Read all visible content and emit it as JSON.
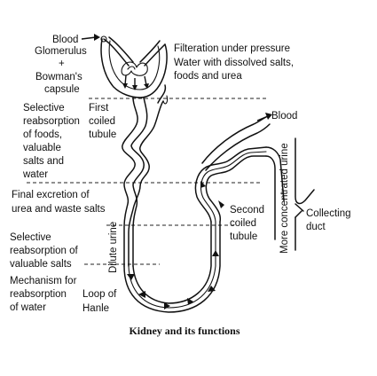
{
  "diagram": {
    "caption": "Kidney and its functions",
    "labels": {
      "blood_in": "Blood",
      "glomerulus": "Glomerulus",
      "plus": "+",
      "bowmans": "Bowman's",
      "capsule": "capsule",
      "filtration_1": "Filteration under pressure",
      "filtration_2": "Water with dissolved salts,",
      "filtration_3": "foods and urea",
      "selective_1": "Selective",
      "selective_2": "reabsorption",
      "selective_3": "of foods,",
      "selective_4": "valuable",
      "selective_5": "salts and",
      "selective_6": "water",
      "first_1": "First",
      "first_2": "coiled",
      "first_3": "tubule",
      "blood_out": "Blood",
      "more_concentrated": "More concentrated urine",
      "collecting_1": "Collecting",
      "collecting_2": "duct",
      "final_1": "Final excretion of",
      "final_2": "urea and waste salts",
      "second_1": "Second",
      "second_2": "coiled",
      "second_3": "tubule",
      "dilute": "Dilute urine",
      "salts_1": "Selective",
      "salts_2": "reabsorption of",
      "salts_3": "valuable salts",
      "water_1": "Mechanism for",
      "water_2": "reabsorption",
      "water_3": "of water",
      "loop_1": "Loop of",
      "loop_2": "Hanle"
    }
  }
}
